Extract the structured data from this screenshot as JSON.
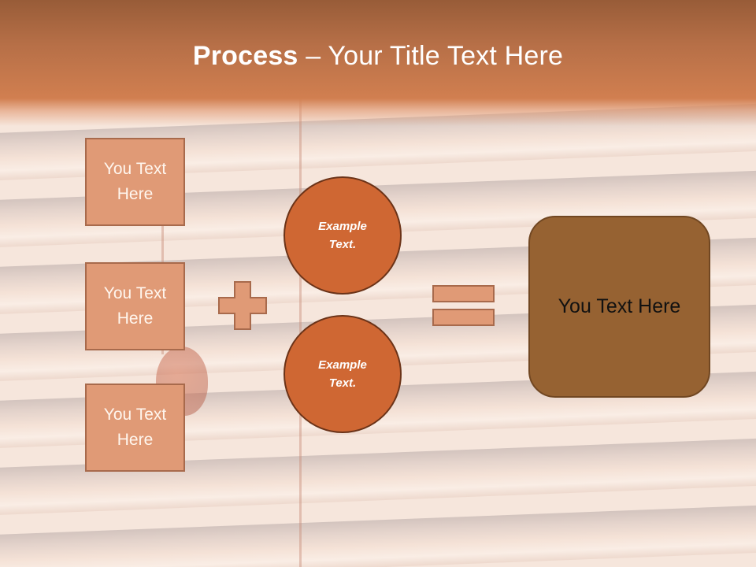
{
  "slide": {
    "title_bold": "Process",
    "title_rest": " – Your Title Text Here",
    "inputs": [
      {
        "label": "You Text Here"
      },
      {
        "label": "You Text Here"
      },
      {
        "label": "You Text Here"
      }
    ],
    "operator_plus": "plus-sign",
    "circles": [
      {
        "label": "Example Text."
      },
      {
        "label": "Example Text."
      }
    ],
    "operator_equals": "equals-sign",
    "result": {
      "label": "You Text Here"
    }
  },
  "colors": {
    "header_top": "#985c38",
    "header_bottom": "#d17f50",
    "input_fill": "#e09a76",
    "input_border": "#a86a4c",
    "circle_fill": "#cf6733",
    "circle_border": "#6b3318",
    "result_fill": "#966232",
    "result_border": "#714722"
  }
}
